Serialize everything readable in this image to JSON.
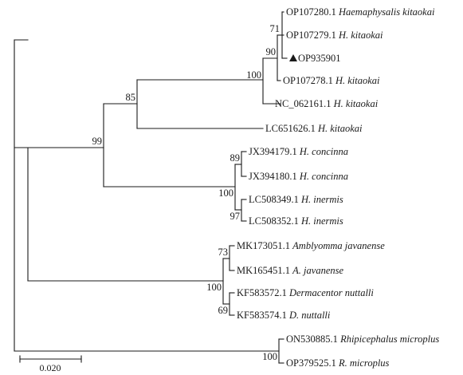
{
  "tree": {
    "taxa": [
      {
        "id": "OP107280.1",
        "species": "Haemaphysalis kitaokai",
        "marker": null
      },
      {
        "id": "OP107279.1",
        "species": "H. kitaokai",
        "marker": null
      },
      {
        "id": "OP935901",
        "species": "",
        "marker": "triangle"
      },
      {
        "id": "OP107278.1",
        "species": "H. kitaokai",
        "marker": null
      },
      {
        "id": "NC_062161.1",
        "species": "H. kitaokai",
        "marker": null
      },
      {
        "id": "LC651626.1",
        "species": "H. kitaokai",
        "marker": null
      },
      {
        "id": "JX394179.1",
        "species": "H. concinna",
        "marker": null
      },
      {
        "id": "JX394180.1",
        "species": "H. concinna",
        "marker": null
      },
      {
        "id": "LC508349.1",
        "species": "H. inermis",
        "marker": null
      },
      {
        "id": "LC508352.1",
        "species": "H. inermis",
        "marker": null
      },
      {
        "id": "MK173051.1",
        "species": "Amblyomma javanense",
        "marker": null
      },
      {
        "id": "MK165451.1",
        "species": "A. javanense",
        "marker": null
      },
      {
        "id": "KF583572.1",
        "species": "Dermacentor nuttalli",
        "marker": null
      },
      {
        "id": "KF583574.1",
        "species": "D. nuttalli",
        "marker": null
      },
      {
        "id": "ON530885.1",
        "species": "Rhipicephalus microplus",
        "marker": null
      },
      {
        "id": "OP379525.1",
        "species": "R. microplus",
        "marker": null
      }
    ],
    "bootstrap": [
      "71",
      "90",
      "100",
      "85",
      "99",
      "89",
      "100",
      "97",
      "73",
      "100",
      "69",
      "100"
    ],
    "scale_bar": "0.020"
  }
}
